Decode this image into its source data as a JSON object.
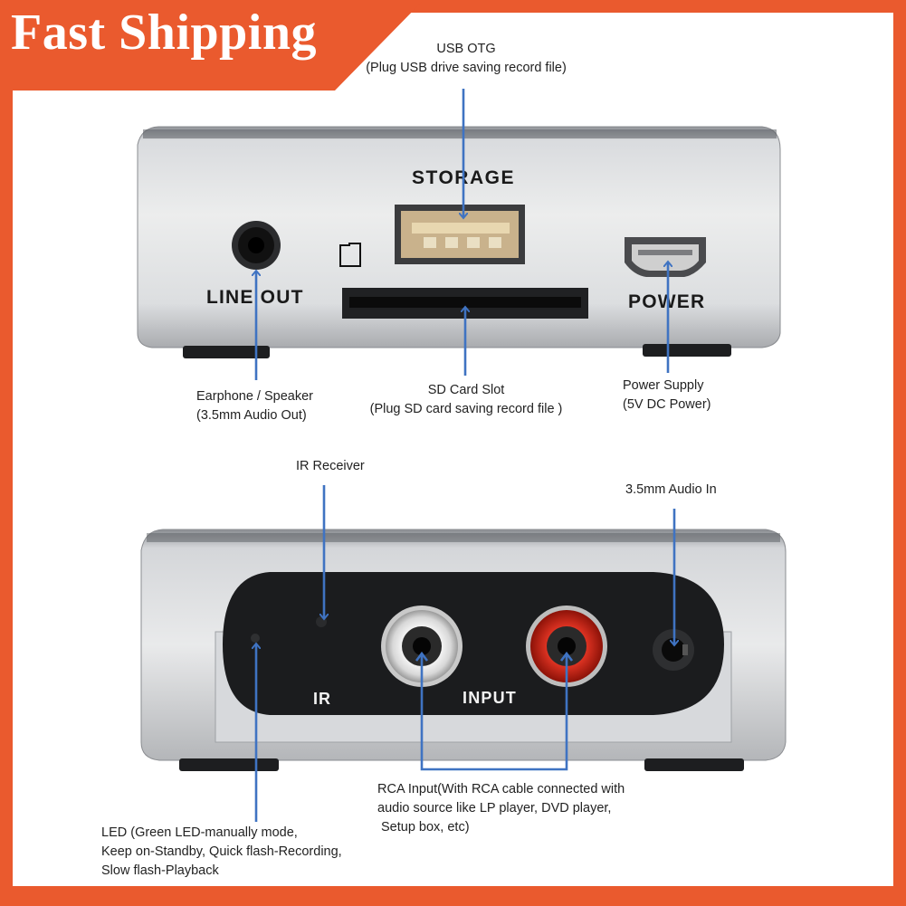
{
  "banner": {
    "text": "Fast Shipping",
    "color": "#ea5a2e"
  },
  "top_device": {
    "storage_label": "STORAGE",
    "line_out_label": "LINE OUT",
    "power_label": "POWER"
  },
  "bottom_device": {
    "ir_label": "IR",
    "input_label": "INPUT"
  },
  "callouts": {
    "usb_otg": {
      "title": "USB OTG",
      "desc": "(Plug USB drive saving record file)"
    },
    "earphone": {
      "title": "Earphone / Speaker",
      "desc": "(3.5mm Audio Out)"
    },
    "sd_card": {
      "title": "SD Card Slot",
      "desc": "(Plug SD card saving record file )"
    },
    "power_supply": {
      "title": "Power Supply",
      "desc": "(5V DC Power)"
    },
    "ir_receiver": {
      "title": "IR Receiver"
    },
    "audio_in": {
      "title": "3.5mm Audio In"
    },
    "rca_input": {
      "line1": "RCA Input(With RCA cable connected with",
      "line2": "audio source like LP player, DVD player,",
      "line3": "Setup box, etc)"
    },
    "led": {
      "line1": "LED (Green LED-manually mode,",
      "line2": "Keep on-Standby, Quick flash-Recording,",
      "line3": "Slow flash-Playback"
    }
  },
  "colors": {
    "arrow": "#3f73c2",
    "rca_red": "#d42a1a",
    "panel_bg": "#ffffff"
  }
}
